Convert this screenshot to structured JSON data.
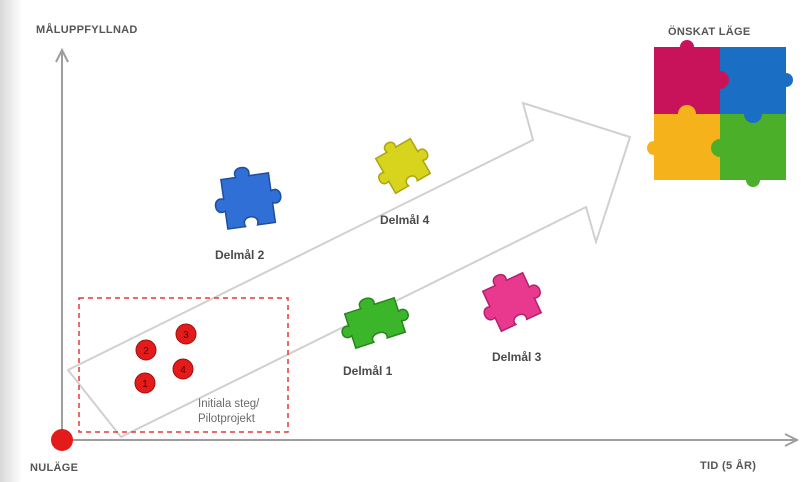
{
  "axes": {
    "y_label": "MÅLUPPFYLLNAD",
    "x_label": "TID (5 ÅR)",
    "origin_label": "NULÄGE"
  },
  "target_label": "ÖNSKAT LÄGE",
  "goals": [
    {
      "label": "Delmål 2",
      "color": "#2f6fd6",
      "icon": "puzzle-piece-icon"
    },
    {
      "label": "Delmål 4",
      "color": "#d8d41e",
      "icon": "puzzle-piece-icon"
    },
    {
      "label": "Delmål 1",
      "color": "#3bb52a",
      "icon": "puzzle-piece-icon"
    },
    {
      "label": "Delmål 3",
      "color": "#e8398f",
      "icon": "puzzle-piece-icon"
    }
  ],
  "initial": {
    "line1": "Initiala steg/",
    "line2": "Pilotprojekt",
    "steps": [
      "1",
      "2",
      "3",
      "4"
    ],
    "step_color": "#e31b1b"
  },
  "target_puzzle_colors": [
    "#c8135a",
    "#1a6fc4",
    "#f5b21a",
    "#4caf2a"
  ],
  "colors": {
    "axis": "#9e9e9e",
    "origin": "#e31b1b",
    "arrow_outline": "#d0d0d0",
    "dashed_box": "#e23a3a"
  }
}
